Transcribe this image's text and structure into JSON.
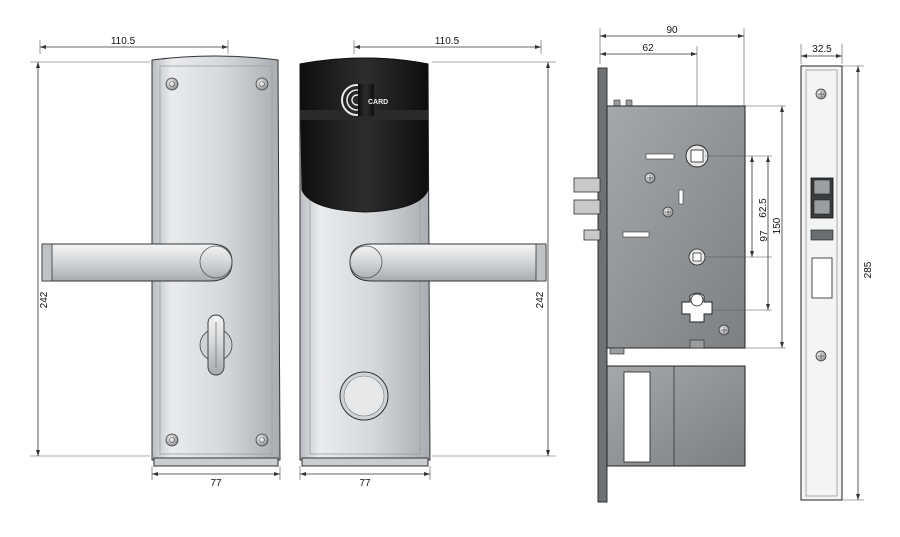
{
  "diagram": {
    "dimensions": {
      "front_plate_width": "110.5",
      "front_plate_height": "242",
      "front_plate_base_width": "77",
      "back_plate_width": "110.5",
      "back_plate_height": "242",
      "back_plate_base_width": "77",
      "mortise_total_width": "90",
      "mortise_backset": "62",
      "mortise_spacing_small": "62.5",
      "mortise_spacing_mid": "97",
      "mortise_spacing_large": "150",
      "faceplate_width": "32.5",
      "faceplate_height": "285"
    },
    "card_reader": {
      "logo_text": "CARD"
    },
    "colors": {
      "plate_silver": "#d9dcdf",
      "reader_black": "#1b1b1b",
      "mortise_gray": "#8e9194",
      "line_dark": "#333333"
    }
  }
}
